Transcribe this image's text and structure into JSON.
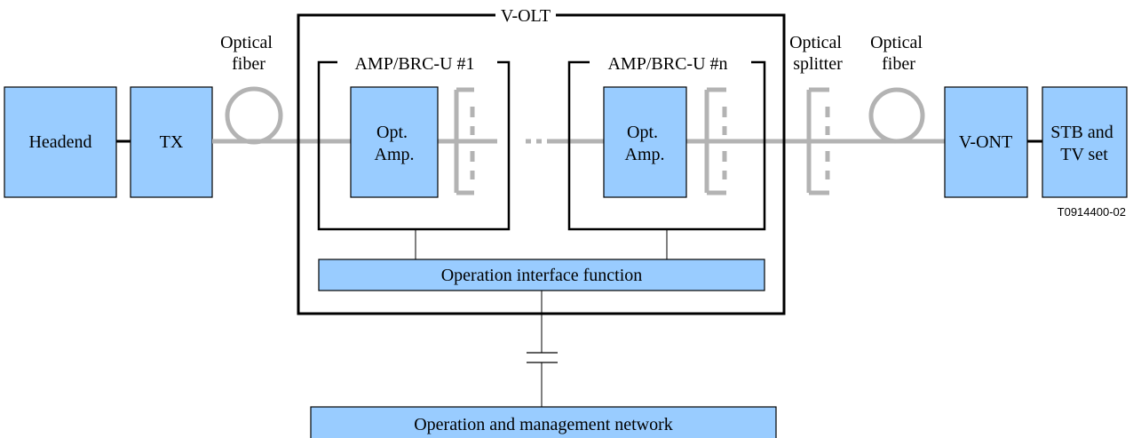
{
  "diagram": {
    "headend": "Headend",
    "tx": "TX",
    "optical_fiber_1": [
      "Optical",
      "fiber"
    ],
    "volt": "V-OLT",
    "amp_1": "AMP/BRC-U #1",
    "amp_n": "AMP/BRC-U #n",
    "opt_amp_1": [
      "Opt.",
      "Amp."
    ],
    "opt_amp_n": [
      "Opt.",
      "Amp."
    ],
    "optical_splitter": [
      "Optical",
      "splitter"
    ],
    "optical_fiber_2": [
      "Optical",
      "fiber"
    ],
    "vont": "V-ONT",
    "stb": [
      "STB and",
      "TV set"
    ],
    "figure_code": "T0914400-02",
    "operation_interface": "Operation interface function",
    "management_network": "Operation and management network"
  },
  "colors": {
    "box_fill": "#99ccff",
    "fiber": "#b3b3b3",
    "line": "#000000"
  }
}
